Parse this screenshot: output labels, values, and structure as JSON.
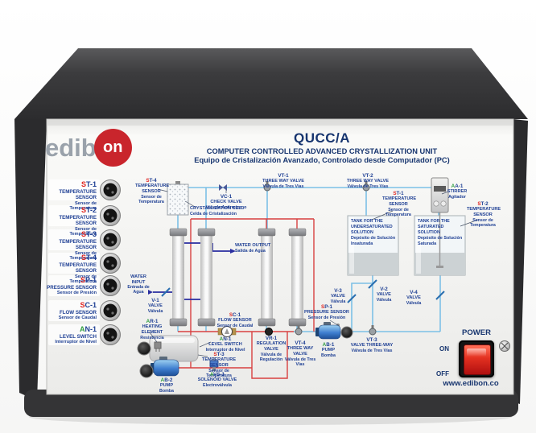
{
  "brand": {
    "logo_text_gray": "edib",
    "logo_text_circle": "on",
    "website": "www.edibon.co",
    "logo_red": "#c9252c",
    "logo_gray": "#9aa2ab"
  },
  "header": {
    "model": "QUCC/A",
    "title_en": "COMPUTER CONTROLLED ADVANCED CRYSTALLIZATION UNIT",
    "title_es": "Equipo de Cristalización Avanzado, Controlado desde Computador (PC)"
  },
  "colors": {
    "accent_navy": "#1e3f94",
    "sensor_red": "#e02520",
    "actuator_green": "#2f9e3f",
    "pipe_light_blue": "#7cc0e6",
    "pipe_dark_blue": "#2a2ea0",
    "pipe_red": "#d84040",
    "chassis_dark": "#323234",
    "switch_red": "#d42020"
  },
  "left_connectors": [
    {
      "id_prefix": "S",
      "id_rest": "T-1",
      "en": "TEMPERATURE SENSOR",
      "es": "Sensor de Temperatura"
    },
    {
      "id_prefix": "S",
      "id_rest": "T-2",
      "en": "TEMPERATURE SENSOR",
      "es": "Sensor de Temperatura"
    },
    {
      "id_prefix": "S",
      "id_rest": "T-3",
      "en": "TEMPERATURE SENSOR",
      "es": "Sensor de Temperatura"
    },
    {
      "id_prefix": "S",
      "id_rest": "T-4",
      "en": "TEMPERATURE SENSOR",
      "es": "Sensor de Temperatura"
    },
    {
      "id_prefix": "S",
      "id_rest": "P-1",
      "en": "PRESSURE SENSOR",
      "es": "Sensor de Presión"
    },
    {
      "id_prefix": "S",
      "id_rest": "C-1",
      "en": "FLOW SENSOR",
      "es": "Sensor de Caudal"
    },
    {
      "id_prefix": "A",
      "id_rest": "N-1",
      "en": "LEVEL SWITCH",
      "es": "Interruptor de Nivel"
    }
  ],
  "power": {
    "label": "POWER",
    "on_label": "ON",
    "off_label": "OFF"
  },
  "diagram": {
    "labels": {
      "st4": {
        "id_prefix": "S",
        "id_rest": "T-4",
        "en": "TEMPERATURE SENSOR",
        "es": "Sensor de Temperatura"
      },
      "vc1": {
        "id_prefix": "",
        "id_rest": "VC-1",
        "en": "CHECK VALVE",
        "es": "Válvula Antirretorno"
      },
      "cell": {
        "en": "CRYSTALLIZATION CELL",
        "es": "Celda de Cristalización"
      },
      "vt1": {
        "id_prefix": "",
        "id_rest": "VT-1",
        "en": "THREE WAY VALVE",
        "es": "Válvula de Tres Vías"
      },
      "vt2": {
        "id_prefix": "",
        "id_rest": "VT-2",
        "en": "THREE WAY VALVE",
        "es": "Válvula de Tres Vías"
      },
      "aa1": {
        "id_prefix": "A",
        "id_rest": "A-1",
        "en": "STIRRER",
        "es": "Agitador"
      },
      "st1": {
        "id_prefix": "S",
        "id_rest": "T-1",
        "en": "TEMPERATURE SENSOR",
        "es": "Sensor de Temperatura"
      },
      "st2": {
        "id_prefix": "S",
        "id_rest": "T-2",
        "en": "TEMPERATURE SENSOR",
        "es": "Sensor de Temperatura"
      },
      "tank1": {
        "en": "TANK FOR THE UNDERSATURATED SOLUTION",
        "es": "Depósito de Solución Insaturada"
      },
      "tank2": {
        "en": "TANK FOR THE SATURATED SOLUTION",
        "es": "Depósito de Solución Saturada"
      },
      "water_output": {
        "en": "WATER OUTPUT",
        "es": "Salida de Agua"
      },
      "water_input": {
        "en": "WATER INPUT",
        "es": "Entrada de Agua"
      },
      "v1": {
        "id_prefix": "",
        "id_rest": "V-1",
        "en": "VALVE",
        "es": "Válvula"
      },
      "v2": {
        "id_prefix": "",
        "id_rest": "V-2",
        "en": "VALVE",
        "es": "Válvula"
      },
      "v3": {
        "id_prefix": "",
        "id_rest": "V-3",
        "en": "VALVE",
        "es": "Válvula"
      },
      "v4": {
        "id_prefix": "",
        "id_rest": "V-4",
        "en": "VALVE",
        "es": "Válvula"
      },
      "vt3": {
        "id_prefix": "",
        "id_rest": "VT-3",
        "en": "VALVE THREE-WAY",
        "es": "Válvula de Tres Vías"
      },
      "vt4": {
        "id_prefix": "",
        "id_rest": "VT-4",
        "en": "THREE WAY VALVE",
        "es": "Válvula de Tres Vías"
      },
      "vr1": {
        "id_prefix": "",
        "id_rest": "VR-1",
        "en": "REGULATION VALVE",
        "es": "Válvula de Regulación"
      },
      "sp1": {
        "id_prefix": "S",
        "id_rest": "P-1",
        "en": "PRESSURE SENSOR",
        "es": "Sensor de Presión"
      },
      "sc1": {
        "id_prefix": "S",
        "id_rest": "C-1",
        "en": "FLOW SENSOR",
        "es": "Sensor de Caudal"
      },
      "an1": {
        "id_prefix": "A",
        "id_rest": "N-1",
        "en": "LEVEL SWITCH",
        "es": "Interruptor de Nivel"
      },
      "st3": {
        "id_prefix": "S",
        "id_rest": "T-3",
        "en": "TEMPERATURE SENSOR",
        "es": "Sensor de Temperatura"
      },
      "ar1": {
        "id_prefix": "A",
        "id_rest": "R-1",
        "en": "HEATING ELEMENT",
        "es": "Resistencia"
      },
      "ab1": {
        "id_prefix": "A",
        "id_rest": "B-1",
        "en": "PUMP",
        "es": "Bomba"
      },
      "ab2": {
        "id_prefix": "A",
        "id_rest": "B-2",
        "en": "PUMP",
        "es": "Bomba"
      },
      "avs1": {
        "id_prefix": "A",
        "id_rest": "VS-1",
        "en": "SOLENOID VALVE",
        "es": "Electroválvula"
      }
    }
  }
}
